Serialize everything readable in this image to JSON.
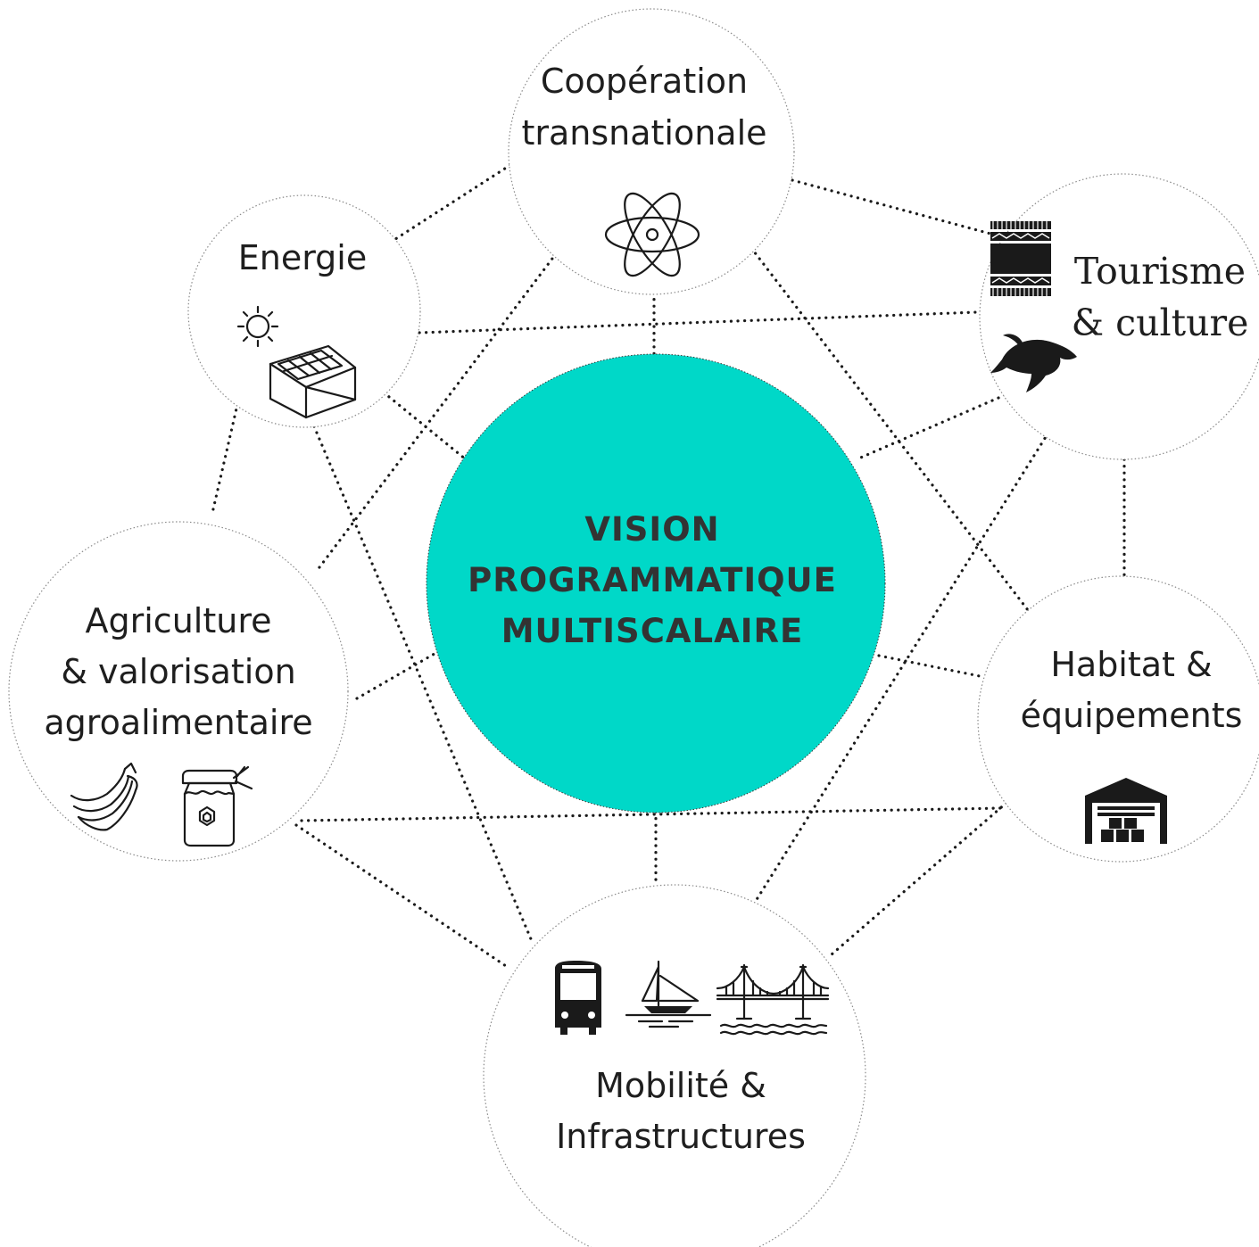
{
  "center": {
    "lines": [
      "VISION",
      "PROGRAMMATIQUE",
      "MULTISCALAIRE"
    ],
    "color": "#00d8c8"
  },
  "nodes": {
    "cooperation": {
      "lines": [
        "Coopération",
        "transnationale"
      ],
      "icon": "atom-icon"
    },
    "energie": {
      "lines": [
        "Energie"
      ],
      "icon": "solar-house-icon"
    },
    "tourisme": {
      "lines": [
        "Tourisme",
        "& culture"
      ],
      "icons": [
        "woven-textile-icon",
        "sea-turtle-icon"
      ]
    },
    "agriculture": {
      "lines": [
        "Agriculture",
        "& valorisation",
        "agroalimentaire"
      ],
      "icons": [
        "banana-icon",
        "honey-jar-icon"
      ]
    },
    "habitat": {
      "lines": [
        "Habitat &",
        "équipements"
      ],
      "icon": "warehouse-icon"
    },
    "mobilite": {
      "lines": [
        "Mobilité &",
        "Infrastructures"
      ],
      "icons": [
        "bus-icon",
        "sailboat-icon",
        "bridge-icon"
      ]
    }
  }
}
